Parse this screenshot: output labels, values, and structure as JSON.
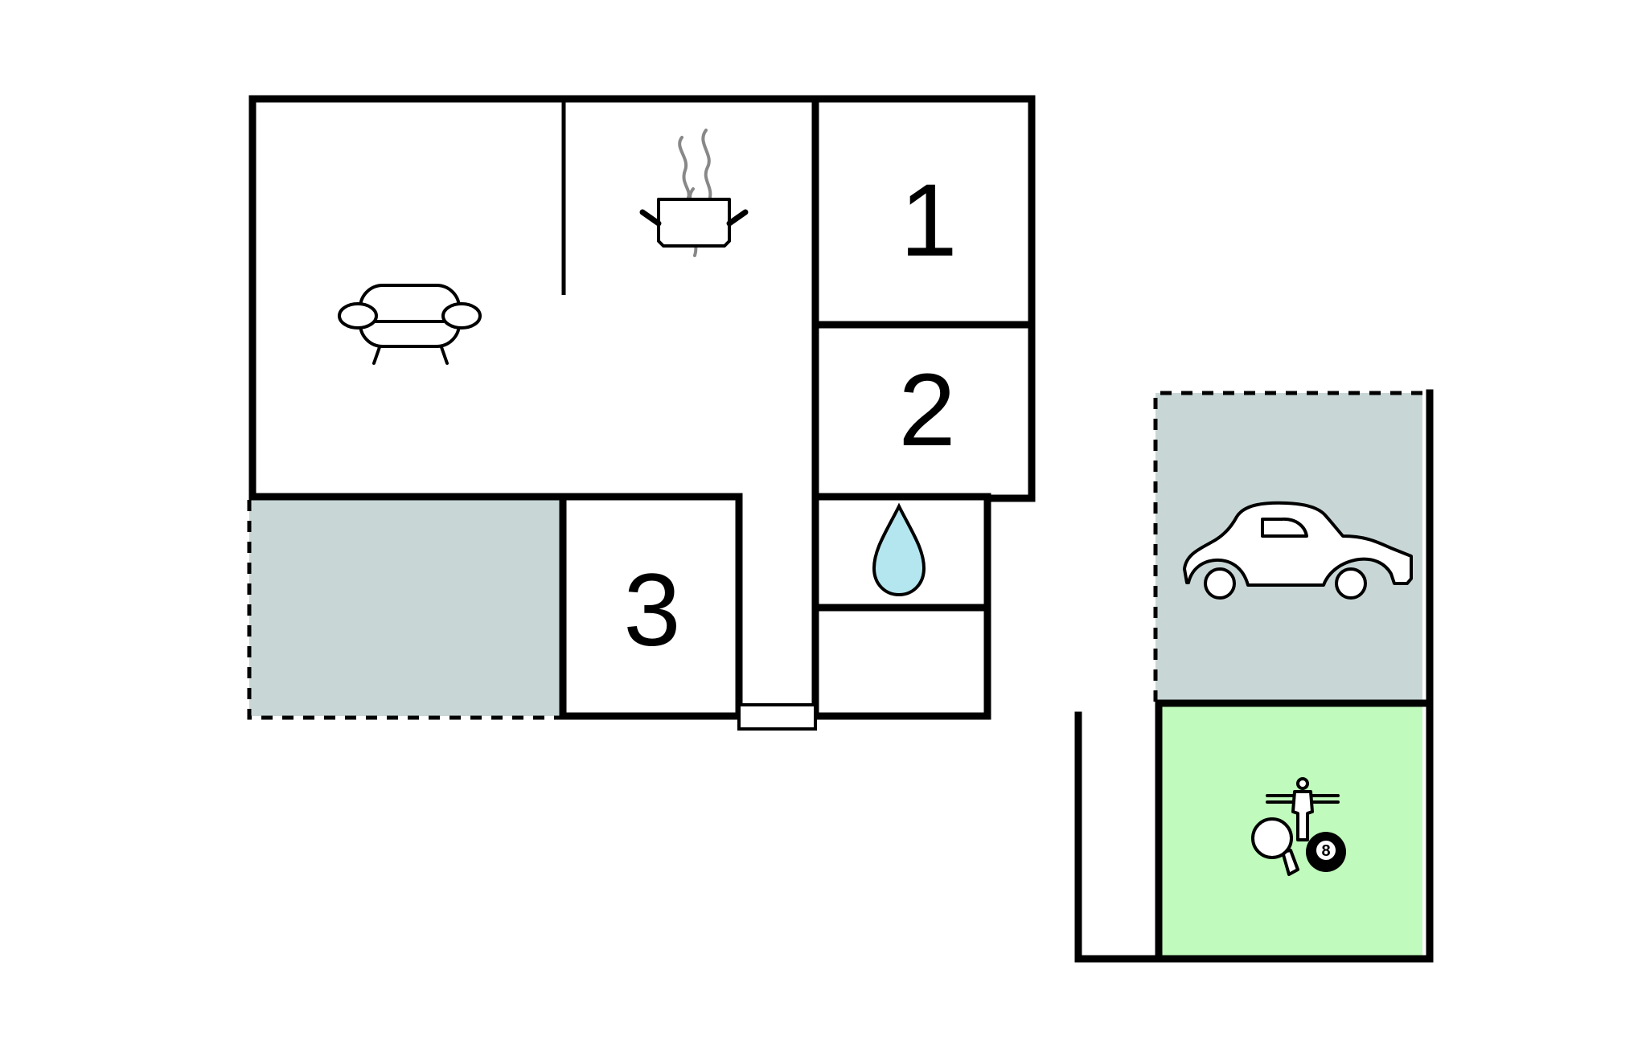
{
  "floorplan": {
    "rooms": [
      {
        "id": "living",
        "icon": "sofa-icon"
      },
      {
        "id": "kitchen",
        "icon": "cooking-pot-icon"
      },
      {
        "id": "bedroom-1",
        "label": "1"
      },
      {
        "id": "bedroom-2",
        "label": "2"
      },
      {
        "id": "bedroom-3",
        "label": "3"
      },
      {
        "id": "bathroom",
        "icon": "water-drop-icon"
      },
      {
        "id": "garage",
        "icon": "car-icon"
      },
      {
        "id": "game-room",
        "icons": [
          "table-football-icon",
          "table-tennis-icon",
          "billiard-ball-icon"
        ],
        "ball_label": "8"
      }
    ],
    "colors": {
      "wall": "#000000",
      "terrace": "#c8d6d6",
      "garage": "#c8d6d6",
      "game_room": "#c0fabc",
      "water": "#b4e6f0",
      "steam": "#888888",
      "background": "#ffffff"
    }
  }
}
